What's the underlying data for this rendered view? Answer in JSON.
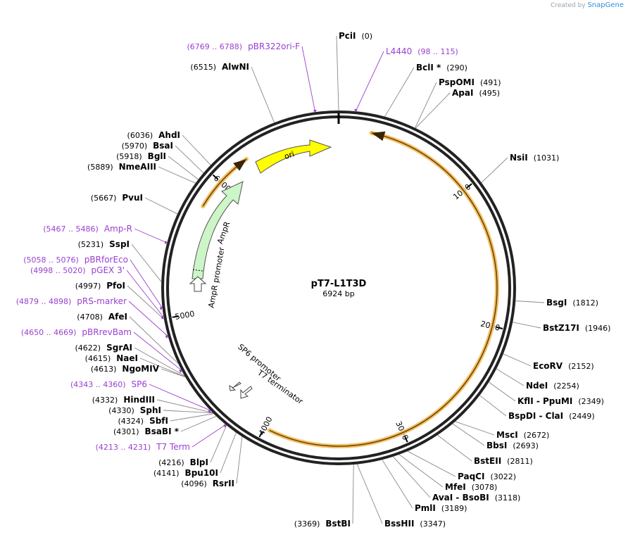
{
  "credit": {
    "prefix": "Created by",
    "brand": "SnapGene"
  },
  "plasmid": {
    "name": "pT7-L1T3D",
    "length_label": "6924 bp",
    "length": 6924
  },
  "ticks": [
    {
      "pos": 1000,
      "label": "1000"
    },
    {
      "pos": 2000,
      "label": "2000"
    },
    {
      "pos": 3000,
      "label": "3000"
    },
    {
      "pos": 4000,
      "label": "4000"
    },
    {
      "pos": 5000,
      "label": "5000"
    },
    {
      "pos": 6000,
      "label": "6000"
    }
  ],
  "colors": {
    "orf": "#f5c060",
    "ori": "#ffff00",
    "ampr": "#ccf5c8",
    "primer": "#9a3fd0",
    "enzyme_text": "#000000"
  },
  "orfs": [
    {
      "id": "orf-1",
      "start": 230,
      "end": 3960,
      "dir": -1
    },
    {
      "id": "orf-2",
      "start": 5790,
      "end": 6240,
      "dir": 1
    }
  ],
  "ori_feature": {
    "label": "ori"
  },
  "ampr_feature": {
    "label": "AmpR"
  },
  "small_features": [
    {
      "id": "ampr-promoter",
      "label": "AmpR promoter"
    },
    {
      "id": "sp6-promoter",
      "label": "SP6 promoter"
    },
    {
      "id": "t7-terminator",
      "label": "T7 terminator"
    }
  ],
  "labels": [
    {
      "id": "pcii",
      "name": "PciI",
      "pos_text": "(0)",
      "site": 0,
      "type": "enzyme",
      "order": "name-first"
    },
    {
      "id": "l4440",
      "name": "L4440",
      "pos_text": "(98 .. 115)",
      "site": 106,
      "type": "primer",
      "order": "name-first"
    },
    {
      "id": "bcli",
      "name": "BclI *",
      "pos_text": "(290)",
      "site": 290,
      "type": "enzyme",
      "order": "name-first"
    },
    {
      "id": "pspomi",
      "name": "PspOMI",
      "pos_text": "(491)",
      "site": 491,
      "type": "enzyme",
      "order": "name-first"
    },
    {
      "id": "apai",
      "name": "ApaI",
      "pos_text": "(495)",
      "site": 495,
      "type": "enzyme",
      "order": "name-first"
    },
    {
      "id": "nsii",
      "name": "NsiI",
      "pos_text": "(1031)",
      "site": 1031,
      "type": "enzyme",
      "order": "name-first"
    },
    {
      "id": "bsgi",
      "name": "BsgI",
      "pos_text": "(1812)",
      "site": 1812,
      "type": "enzyme",
      "order": "name-first"
    },
    {
      "id": "bstz17i",
      "name": "BstZ17I",
      "pos_text": "(1946)",
      "site": 1946,
      "type": "enzyme",
      "order": "name-first"
    },
    {
      "id": "ecorv",
      "name": "EcoRV",
      "pos_text": "(2152)",
      "site": 2152,
      "type": "enzyme",
      "order": "name-first"
    },
    {
      "id": "ndei",
      "name": "NdeI",
      "pos_text": "(2254)",
      "site": 2254,
      "type": "enzyme",
      "order": "name-first"
    },
    {
      "id": "kfli",
      "name": "KflI  - PpuMI",
      "pos_text": "(2349)",
      "site": 2349,
      "type": "enzyme",
      "order": "name-first"
    },
    {
      "id": "bspdi",
      "name": "BspDI  - ClaI",
      "pos_text": "(2449)",
      "site": 2449,
      "type": "enzyme",
      "order": "name-first"
    },
    {
      "id": "msci",
      "name": "MscI",
      "pos_text": "(2672)",
      "site": 2672,
      "type": "enzyme",
      "order": "name-first"
    },
    {
      "id": "bbsi",
      "name": "BbsI",
      "pos_text": "(2693)",
      "site": 2693,
      "type": "enzyme",
      "order": "name-first"
    },
    {
      "id": "bsteii",
      "name": "BstEII",
      "pos_text": "(2811)",
      "site": 2811,
      "type": "enzyme",
      "order": "name-first"
    },
    {
      "id": "paqci",
      "name": "PaqCI",
      "pos_text": "(3022)",
      "site": 3022,
      "type": "enzyme",
      "order": "name-first"
    },
    {
      "id": "mfei",
      "name": "MfeI",
      "pos_text": "(3078)",
      "site": 3078,
      "type": "enzyme",
      "order": "name-first"
    },
    {
      "id": "avai",
      "name": "AvaI  - BsoBI",
      "pos_text": "(3118)",
      "site": 3118,
      "type": "enzyme",
      "order": "name-first"
    },
    {
      "id": "pmli",
      "name": "PmlI",
      "pos_text": "(3189)",
      "site": 3189,
      "type": "enzyme",
      "order": "name-first"
    },
    {
      "id": "bsshii",
      "name": "BssHII",
      "pos_text": "(3347)",
      "site": 3347,
      "type": "enzyme",
      "order": "name-first"
    },
    {
      "id": "bstbi",
      "name": "BstBI",
      "pos_text": "(3369)",
      "site": 3369,
      "type": "enzyme",
      "order": "pos-first"
    },
    {
      "id": "rsrii",
      "name": "RsrII",
      "pos_text": "(4096)",
      "site": 4096,
      "type": "enzyme",
      "order": "pos-first"
    },
    {
      "id": "bpu10i",
      "name": "Bpu10I",
      "pos_text": "(4141)",
      "site": 4141,
      "type": "enzyme",
      "order": "pos-first"
    },
    {
      "id": "blpi",
      "name": "BlpI",
      "pos_text": "(4216)",
      "site": 4216,
      "type": "enzyme",
      "order": "pos-first"
    },
    {
      "id": "t7term",
      "name": "T7 Term",
      "pos_text": "(4213 .. 4231)",
      "site": 4222,
      "type": "primer",
      "order": "pos-first"
    },
    {
      "id": "bsabi",
      "name": "BsaBI *",
      "pos_text": "(4301)",
      "site": 4301,
      "type": "enzyme",
      "order": "pos-first"
    },
    {
      "id": "sbfi",
      "name": "SbfI",
      "pos_text": "(4324)",
      "site": 4324,
      "type": "enzyme",
      "order": "pos-first"
    },
    {
      "id": "sphi",
      "name": "SphI",
      "pos_text": "(4330)",
      "site": 4330,
      "type": "enzyme",
      "order": "pos-first"
    },
    {
      "id": "hindiii",
      "name": "HindIII",
      "pos_text": "(4332)",
      "site": 4332,
      "type": "enzyme",
      "order": "pos-first"
    },
    {
      "id": "sp6",
      "name": "SP6",
      "pos_text": "(4343 .. 4360)",
      "site": 4351,
      "type": "primer",
      "order": "pos-first"
    },
    {
      "id": "ngomiv",
      "name": "NgoMIV",
      "pos_text": "(4613)",
      "site": 4613,
      "type": "enzyme",
      "order": "pos-first"
    },
    {
      "id": "naei",
      "name": "NaeI",
      "pos_text": "(4615)",
      "site": 4615,
      "type": "enzyme",
      "order": "pos-first"
    },
    {
      "id": "sgrai",
      "name": "SgrAI",
      "pos_text": "(4622)",
      "site": 4622,
      "type": "enzyme",
      "order": "pos-first"
    },
    {
      "id": "pbrrevbam",
      "name": "pBRrevBam",
      "pos_text": "(4650 .. 4669)",
      "site": 4659,
      "type": "primer",
      "order": "pos-first"
    },
    {
      "id": "afei",
      "name": "AfeI",
      "pos_text": "(4708)",
      "site": 4708,
      "type": "enzyme",
      "order": "pos-first"
    },
    {
      "id": "prsmarker",
      "name": "pRS-marker",
      "pos_text": "(4879 .. 4898)",
      "site": 4888,
      "type": "primer",
      "order": "pos-first"
    },
    {
      "id": "pfoi",
      "name": "PfoI",
      "pos_text": "(4997)",
      "site": 4997,
      "type": "enzyme",
      "order": "pos-first"
    },
    {
      "id": "pgex3",
      "name": "pGEX 3'",
      "pos_text": "(4998 .. 5020)",
      "site": 5009,
      "type": "primer",
      "order": "pos-first"
    },
    {
      "id": "pbrforeco",
      "name": "pBRforEco",
      "pos_text": "(5058 .. 5076)",
      "site": 5067,
      "type": "primer",
      "order": "pos-first"
    },
    {
      "id": "sspi",
      "name": "SspI",
      "pos_text": "(5231)",
      "site": 5231,
      "type": "enzyme",
      "order": "pos-first"
    },
    {
      "id": "ampr-primer",
      "name": "Amp-R",
      "pos_text": "(5467 .. 5486)",
      "site": 5476,
      "type": "primer",
      "order": "pos-first"
    },
    {
      "id": "pvui",
      "name": "PvuI",
      "pos_text": "(5667)",
      "site": 5667,
      "type": "enzyme",
      "order": "pos-first"
    },
    {
      "id": "nmeaiii",
      "name": "NmeAIII",
      "pos_text": "(5889)",
      "site": 5889,
      "type": "enzyme",
      "order": "pos-first"
    },
    {
      "id": "bgli",
      "name": "BglI",
      "pos_text": "(5918)",
      "site": 5918,
      "type": "enzyme",
      "order": "pos-first"
    },
    {
      "id": "bsai",
      "name": "BsaI",
      "pos_text": "(5970)",
      "site": 5970,
      "type": "enzyme",
      "order": "pos-first"
    },
    {
      "id": "ahdi",
      "name": "AhdI",
      "pos_text": "(6036)",
      "site": 6036,
      "type": "enzyme",
      "order": "pos-first"
    },
    {
      "id": "alwni",
      "name": "AlwNI",
      "pos_text": "(6515)",
      "site": 6515,
      "type": "enzyme",
      "order": "pos-first"
    },
    {
      "id": "pbr322orif",
      "name": "pBR322ori-F",
      "pos_text": "(6769 .. 6788)",
      "site": 6778,
      "type": "primer",
      "order": "pos-first"
    }
  ]
}
